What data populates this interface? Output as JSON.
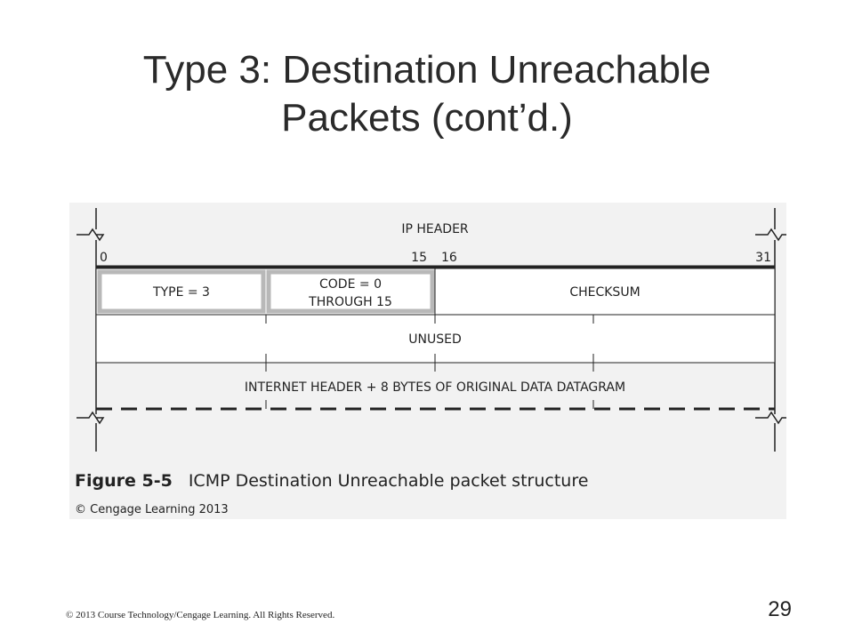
{
  "title": {
    "line1": "Type 3: Destination Unreachable",
    "line2": "Packets (cont’d.)"
  },
  "figure": {
    "ip_header": "IP HEADER",
    "bit_labels": [
      "0",
      "15",
      "16",
      "31"
    ],
    "type_field": "TYPE = 3",
    "code_field_line1": "CODE = 0",
    "code_field_line2": "THROUGH 15",
    "checksum_field": "CHECKSUM",
    "unused_field": "UNUSED",
    "data_field": "INTERNET HEADER + 8 BYTES OF ORIGINAL DATA DATAGRAM",
    "caption_number": "Figure 5-5",
    "caption_text": "ICMP Destination Unreachable packet structure",
    "figure_copyright": "© Cengage Learning 2013"
  },
  "footer": {
    "copyright": "© 2013 Course Technology/Cengage Learning. All Rights Reserved.",
    "page_number": "29"
  },
  "colors": {
    "highlight_border": "#b8b8b8",
    "panel_background": "#f2f2f2",
    "line": "#222222"
  }
}
